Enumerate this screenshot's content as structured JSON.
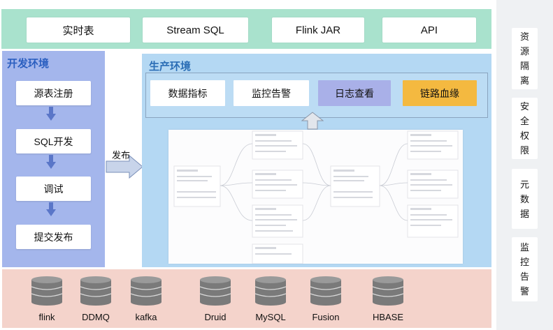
{
  "top_bar": {
    "items": [
      "实时表",
      "Stream SQL",
      "Flink JAR",
      "API"
    ]
  },
  "dev_env": {
    "title": "开发环境",
    "steps": [
      "源表注册",
      "SQL开发",
      "调试",
      "提交发布"
    ]
  },
  "publish_label": "发布",
  "prod_env": {
    "title": "生产环境",
    "features": [
      "数据指标",
      "监控告警",
      "日志查看",
      "链路血缘"
    ]
  },
  "storage": [
    "flink",
    "DDMQ",
    "kafka",
    "Druid",
    "MySQL",
    "Fusion",
    "HBASE"
  ],
  "side_panel": [
    "资源隔离",
    "安全权限",
    "元数据",
    "监控告警"
  ],
  "colors": {
    "top_band": "#a9e2cd",
    "dev_panel": "#a4b6ec",
    "prod_panel": "#b4d8f3",
    "log_view": "#a9b0e8",
    "lineage": "#f4b940",
    "bottom_band": "#f4d3cb",
    "side_column": "#eff1f3",
    "db_icon": "#7a7a7a"
  }
}
